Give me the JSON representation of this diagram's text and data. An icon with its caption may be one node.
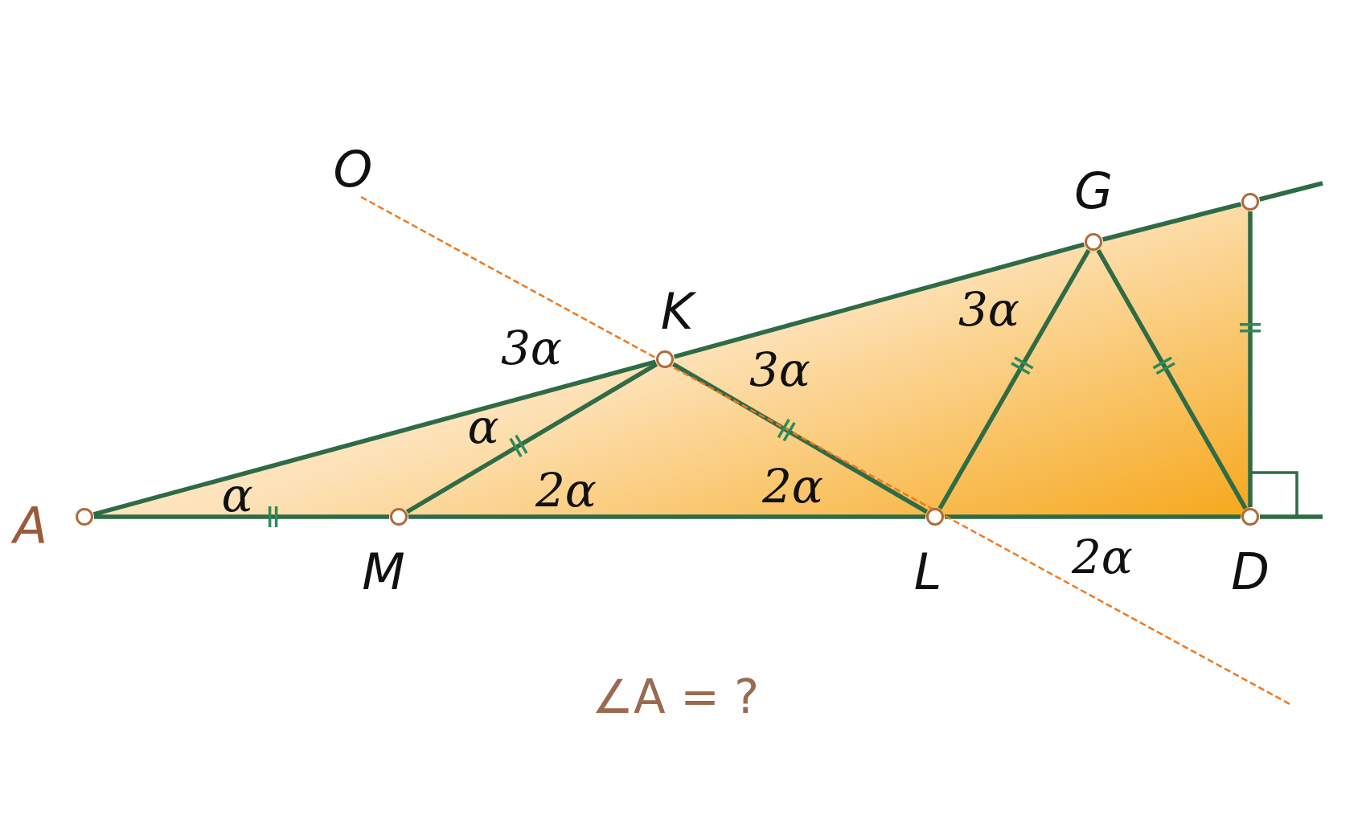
{
  "diagram": {
    "nodes": [
      {
        "text": [],
        "shape": "circle",
        "beside": [
          "A"
        ]
      },
      {
        "text": [],
        "shape": "circle",
        "beside": [
          "M"
        ]
      },
      {
        "text": [],
        "shape": "circle",
        "beside": [
          "K"
        ]
      },
      {
        "text": [],
        "shape": "circle",
        "beside": [
          "L"
        ]
      },
      {
        "text": [],
        "shape": "circle",
        "beside": [
          "D"
        ]
      },
      {
        "text": [],
        "shape": "circle",
        "beside": [
          "G"
        ]
      },
      {
        "text": [],
        "shape": "circle"
      },
      {
        "text": [
          "O"
        ]
      }
    ],
    "edges": [
      {
        "from": 0,
        "to": 2,
        "arrow": "none"
      },
      {
        "from": 2,
        "to": 5,
        "arrow": "none"
      },
      {
        "from": 5,
        "to": 6,
        "arrow": "none"
      },
      {
        "from": 6,
        "to": null,
        "arrow": "none"
      },
      {
        "from": 0,
        "to": 1,
        "arrow": "none"
      },
      {
        "from": 1,
        "to": 3,
        "arrow": "none"
      },
      {
        "from": 3,
        "to": 4,
        "arrow": "none"
      },
      {
        "from": 4,
        "to": null,
        "arrow": "none"
      },
      {
        "from": 1,
        "to": 2,
        "arrow": "none"
      },
      {
        "from": 2,
        "to": 3,
        "arrow": "none"
      },
      {
        "from": 3,
        "to": 5,
        "arrow": "none"
      },
      {
        "from": 5,
        "to": 4,
        "arrow": "none"
      },
      {
        "from": 4,
        "to": 6,
        "arrow": "none"
      },
      {
        "from": 7,
        "to": null,
        "arrow": "none",
        "style": "dashed",
        "color": "#f07820"
      }
    ],
    "labels": [
      "3α",
      "3α",
      "3α",
      "α",
      "α",
      "2α",
      "2α",
      "2α",
      "∠A = ?"
    ]
  }
}
